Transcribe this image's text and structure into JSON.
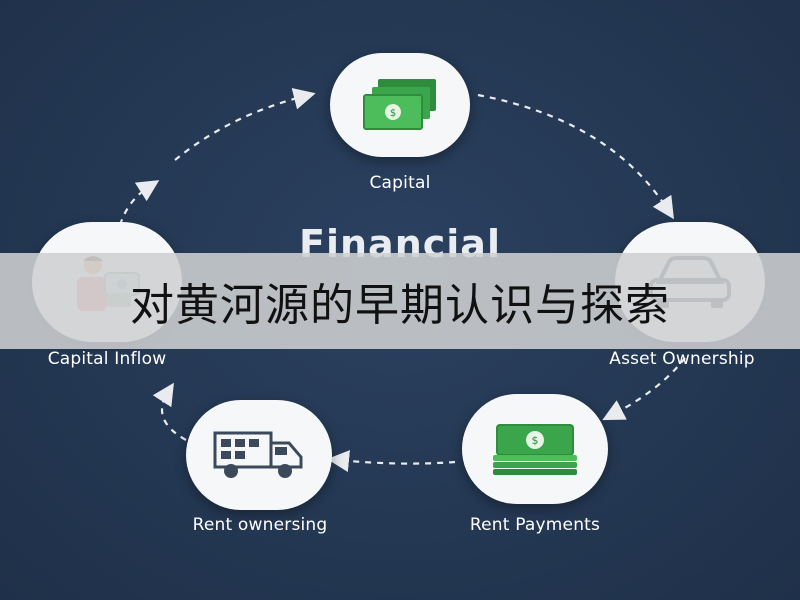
{
  "diagram": {
    "title": "Financial",
    "nodes": [
      {
        "id": "capital",
        "label": "Capital",
        "icon": "money-stack-icon"
      },
      {
        "id": "asset",
        "label": "Asset Ownership",
        "icon": "car-icon"
      },
      {
        "id": "rent-payments",
        "label": "Rent Payments",
        "icon": "cash-stack-icon"
      },
      {
        "id": "rent-owner",
        "label": "Rent ownersing",
        "icon": "truck-icon"
      },
      {
        "id": "inflow",
        "label": "Capital Inflow",
        "icon": "person-icon"
      }
    ],
    "colors": {
      "background": "#233650",
      "node": "#f6f7f9",
      "money_green": "#3aa54a",
      "arrow": "#ffffff"
    }
  },
  "banner": {
    "text": "对黄河源的早期认识与探索"
  }
}
